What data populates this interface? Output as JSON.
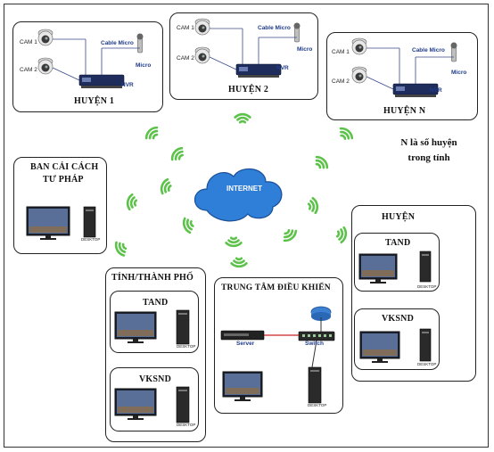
{
  "districts": [
    {
      "title": "HUYỆN 1",
      "cam1": "CAM 1",
      "cam2": "CAM 2",
      "cable": "Cable Micro",
      "micro": "Micro",
      "nvr": "NVR"
    },
    {
      "title": "HUYỆN 2",
      "cam1": "CAM 1",
      "cam2": "CAM 2",
      "cable": "Cable Micro",
      "micro": "Micro",
      "nvr": "NVR"
    },
    {
      "title": "HUYỆN N",
      "cam1": "CAM 1",
      "cam2": "CAM 2",
      "cable": "Cable Micro",
      "micro": "Micro",
      "nvr": "NVR"
    }
  ],
  "note": "N là số huyện trong tỉnh",
  "internet": "INTERNET",
  "ban_cai_cach": {
    "title_line1": "BAN CẢI CÁCH",
    "title_line2": "TƯ PHÁP",
    "desktop": "DESKTOP"
  },
  "huyen_group": {
    "title": "HUYỆN",
    "unit1": "TAND",
    "unit2": "VKSND",
    "desktop": "DESKTOP"
  },
  "tinh_group": {
    "title": "TỈNH/THÀNH PHỐ",
    "unit1": "TAND",
    "unit2": "VKSND",
    "desktop": "DESKTOP"
  },
  "control_center": {
    "title": "TRUNG TÂM ĐIỀU KHIỂN",
    "server": "Server",
    "switch": "Switch",
    "desktop": "DESKTOP"
  },
  "colors": {
    "wifi": "#5cc24a",
    "cloud": "#2f7ed8",
    "nvr": "#1f2d5c",
    "link": "#8fd18a"
  }
}
